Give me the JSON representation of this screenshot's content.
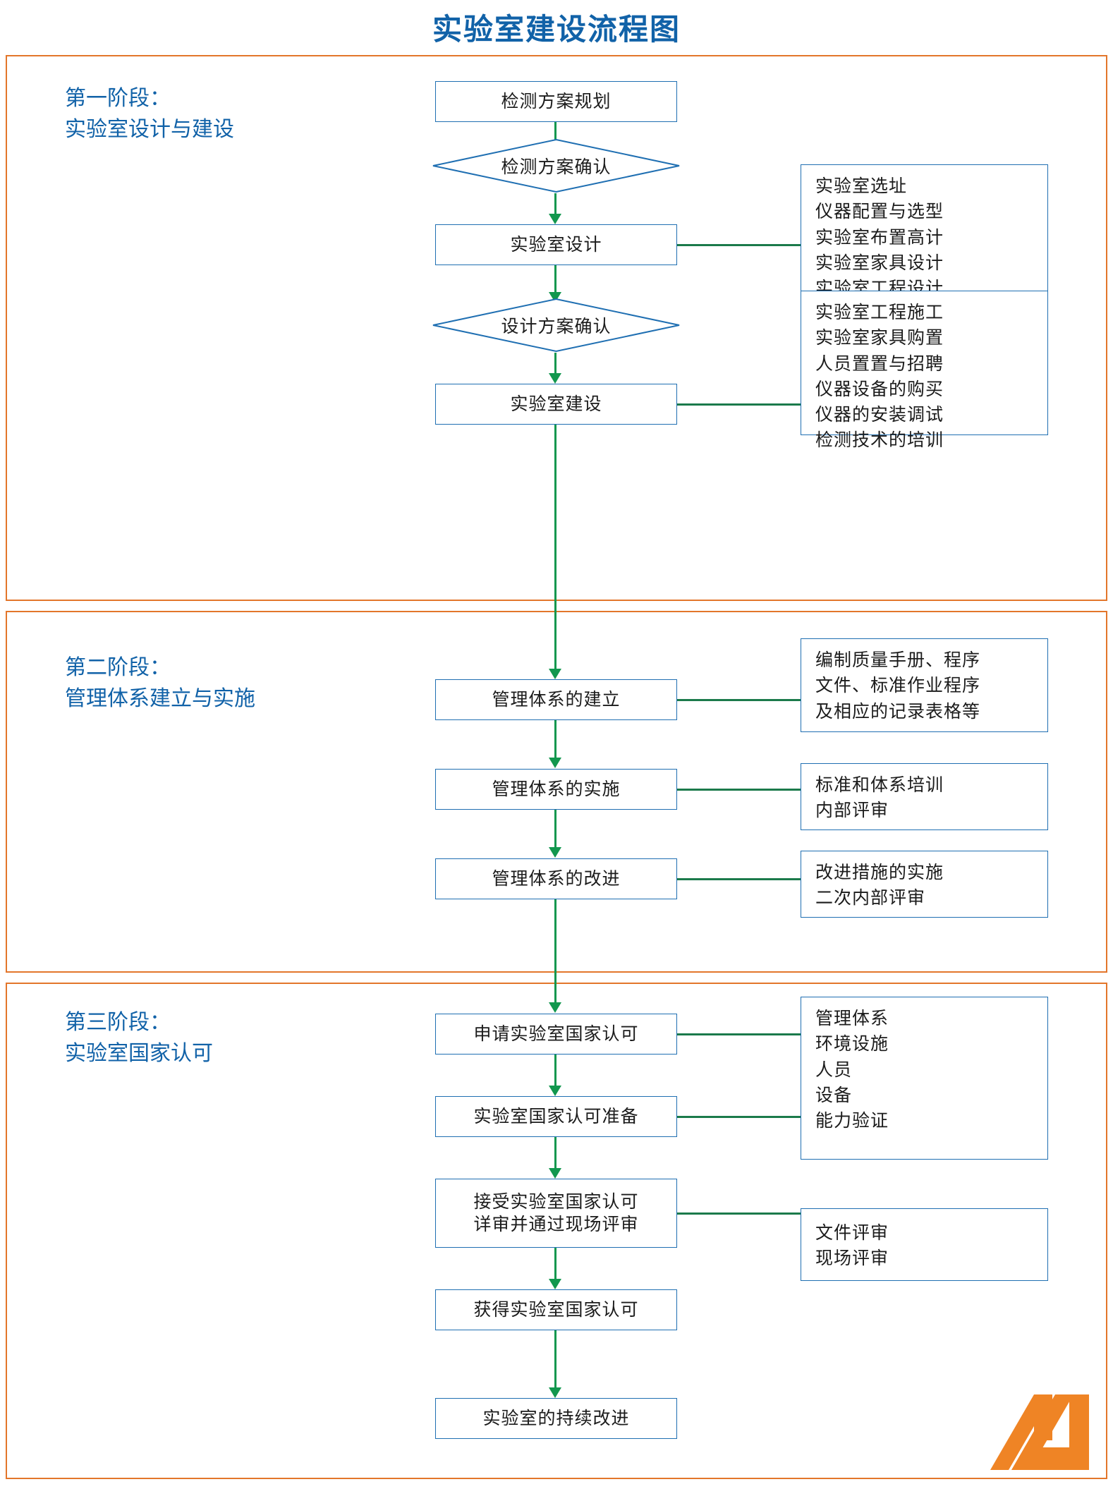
{
  "title": "实验室建设流程图",
  "colors": {
    "title_blue": "#1162a8",
    "frame_orange": "#E3762B",
    "box_border_blue": "#1F6FB2",
    "arrow_green": "#12974E",
    "logo_orange": "#EF8425",
    "text_black": "#1b1b1b"
  },
  "stages": [
    {
      "caption_line1": "第一阶段：",
      "caption_line2": "实验室设计与建设",
      "nodes": [
        {
          "label": "检测方案规划",
          "type": "process"
        },
        {
          "label": "检测方案确认",
          "type": "decision"
        },
        {
          "label": "实验室设计",
          "type": "process"
        },
        {
          "label": "设计方案确认",
          "type": "decision"
        },
        {
          "label": "实验室建设",
          "type": "process"
        }
      ],
      "notes": [
        {
          "for": "实验室设计",
          "lines": [
            "实验室选址",
            "仪器配置与选型",
            "实验室布置高计",
            "实验室家具设计",
            "实验室工程设计"
          ]
        },
        {
          "for": "实验室建设",
          "lines": [
            "实验室工程施工",
            "实验室家具购置",
            "人员置置与招聘",
            "仪器设备的购买",
            "仪器的安装调试",
            "检测技术的培训"
          ]
        }
      ]
    },
    {
      "caption_line1": "第二阶段：",
      "caption_line2": "管理体系建立与实施",
      "nodes": [
        {
          "label": "管理体系的建立",
          "type": "process"
        },
        {
          "label": "管理体系的实施",
          "type": "process"
        },
        {
          "label": "管理体系的改进",
          "type": "process"
        }
      ],
      "notes": [
        {
          "for": "管理体系的建立",
          "lines": [
            "编制质量手册、程序",
            "文件、标准作业程序",
            "及相应的记录表格等"
          ]
        },
        {
          "for": "管理体系的实施",
          "lines": [
            "标准和体系培训",
            "内部评审"
          ]
        },
        {
          "for": "管理体系的改进",
          "lines": [
            "改进措施的实施",
            "二次内部评审"
          ]
        }
      ]
    },
    {
      "caption_line1": "第三阶段：",
      "caption_line2": "实验室国家认可",
      "nodes": [
        {
          "label": "申请实验室国家认可",
          "type": "process"
        },
        {
          "label": "实验室国家认可准备",
          "type": "process"
        },
        {
          "label_line1": "接受实验室国家认可",
          "label_line2": "详审并通过现场评审",
          "type": "process"
        },
        {
          "label": "获得实验室国家认可",
          "type": "process"
        },
        {
          "label": "实验室的持续改进",
          "type": "process"
        }
      ],
      "notes": [
        {
          "for": "申请实验室国家认可",
          "lines": [
            "管理体系",
            "环境设施",
            "人员",
            "设备",
            "能力验证"
          ]
        },
        {
          "for": "接受实验室国家认可详审并通过现场评审",
          "lines": [
            "文件评审",
            "现场评审"
          ]
        }
      ]
    }
  ],
  "logo": {
    "name": "company-logo-m-mark",
    "color": "#EF8425"
  }
}
